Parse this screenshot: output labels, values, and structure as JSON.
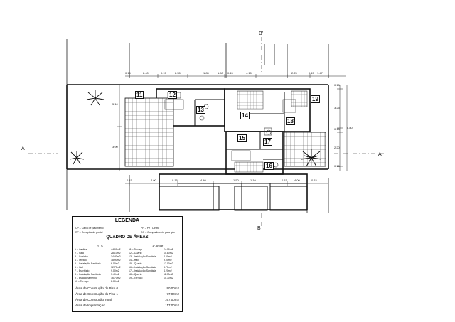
{
  "section_marks": {
    "b_top": "B'",
    "b_bottom": "B",
    "a_left": "A",
    "a_right": "A'"
  },
  "rooms": [
    "11",
    "12",
    "13",
    "14",
    "15",
    "16",
    "17",
    "18",
    "19"
  ],
  "top_dimensions": [
    "0.15",
    "2.40",
    "0.15",
    "2.55",
    "1.85",
    "1.50",
    "0.15",
    "4.15",
    "2.25",
    "0.15",
    "1.47"
  ],
  "bottom_dimensions": [
    "0.15",
    "4.00",
    "0.15",
    "4.40",
    "1.50",
    "1.10",
    "0.15",
    "4.00",
    "0.15"
  ],
  "right_dimensions": [
    "0.15",
    "3.25",
    "0.15",
    "2.20",
    "0.15",
    "8.80"
  ],
  "left_dimensions": [
    "5.10",
    "3.90"
  ],
  "legend": {
    "title": "LEGENDA",
    "symbols": [
      "CP – Caixa de pavimento",
      "PR – Pé - Direito",
      "RP – Receptáculo postal",
      "CG – Compartimento para gás"
    ],
    "table_title": "QUADRO DE ÁREAS",
    "col_left": "R / C",
    "col_right": "1º Andar",
    "rows_left": [
      "1 – Jardins",
      "2 – Sala",
      "3 – Cozinha",
      "4 – Terraço",
      "5 – Instalação Sanitária",
      "6 – Hall",
      "7 – Escritório",
      "8 – Instalação Sanitária",
      "9 – Estacionamento",
      "10 – Terraço"
    ],
    "values_left": [
      "44.00m2",
      "28.10m2",
      "14.40m2",
      "18.90m2",
      "6.00m2",
      "12.70m2",
      "9.00m2",
      "3.40m2",
      "16.70m2",
      "8.00m2"
    ],
    "rows_right": [
      "11 – Terraço",
      "12 – Quarto",
      "13 – Instalação Sanitária",
      "14 – Hall",
      "15 – Quarto",
      "16 – Instalação Sanitária",
      "17 – Instalação Sanitária",
      "18 – Quarto",
      "19 – Terraço"
    ],
    "values_right": [
      "24.70m2",
      "10.80m2",
      "4.00m2",
      "9.00m2",
      "12.00m2",
      "3.70m2",
      "4.20m2",
      "11.90m2",
      "10.70m2"
    ],
    "totals": [
      {
        "label": "Área de Construção do Piso 0",
        "value": "90.00m2"
      },
      {
        "label": "Área de Construção do Piso 1",
        "value": "77.00m2"
      },
      {
        "label": "Área de Construção Total",
        "value": "167.00m2"
      },
      {
        "label": "Área de Implantação",
        "value": "117.00m2"
      }
    ]
  }
}
